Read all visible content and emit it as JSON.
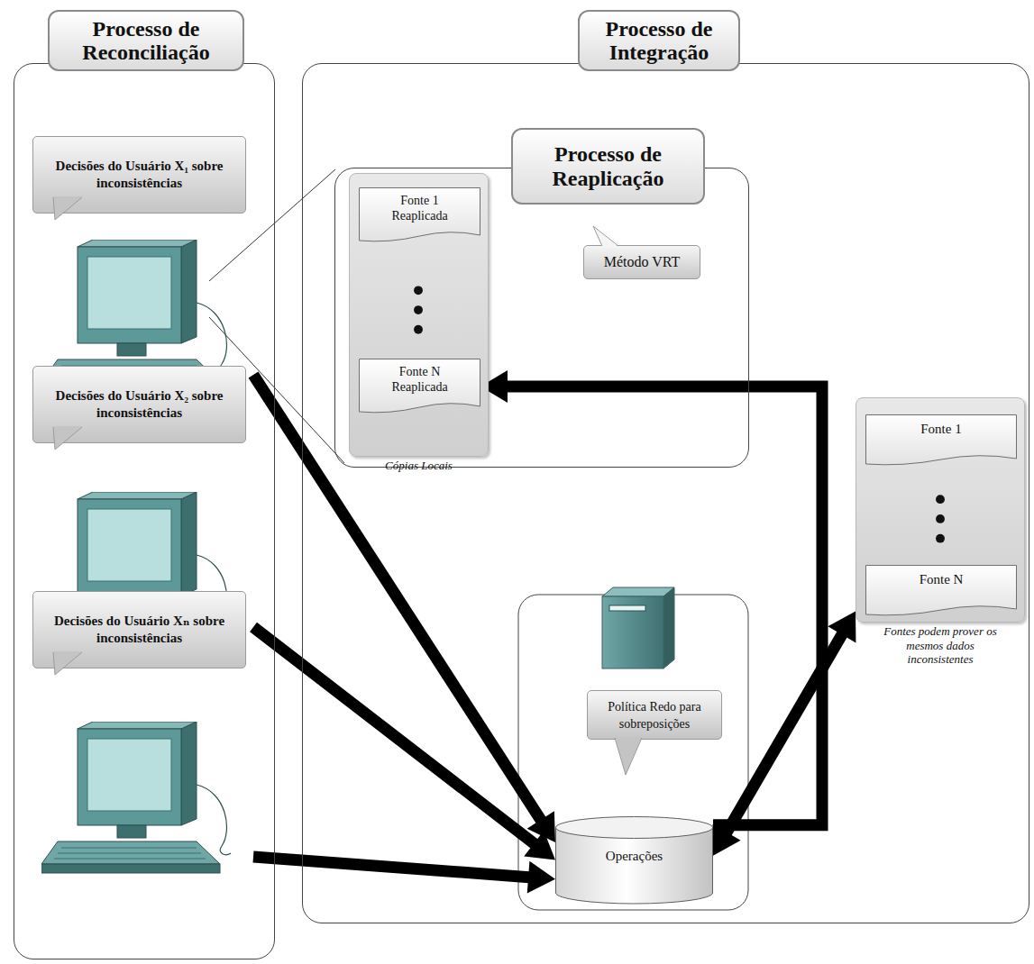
{
  "diagram": {
    "nodes": [
      {
        "text": [
          "Processo de Reconciliação"
        ]
      },
      {
        "text": [
          "Decisões do Usuário X₁ sobre inconsistências"
        ],
        "in": 0
      },
      {
        "text": [
          "Decisões do Usuário X₂ sobre inconsistências"
        ],
        "in": 0
      },
      {
        "text": [
          "Decisões do Usuário Xₙ sobre inconsistências"
        ],
        "in": 0
      },
      {
        "text": [
          "Processo de Integração"
        ]
      },
      {
        "text": [
          "Processo de Reaplicação"
        ],
        "in": 4
      },
      {
        "text": [
          "Cópias Locais"
        ],
        "in": 5
      },
      {
        "text": [
          "Fonte 1 Reaplicada"
        ],
        "in": 6
      },
      {
        "text": [
          "Fonte N Reaplicada"
        ],
        "in": 6
      },
      {
        "text": [
          "Método VRT"
        ],
        "in": 5
      },
      {
        "text": [
          "Política Redo para sobreposições"
        ],
        "in": 4
      },
      {
        "text": [
          "Operações"
        ],
        "in": 4
      },
      {
        "text": [
          "Fontes podem prover os mesmos dados inconsistentes"
        ],
        "in": 4
      },
      {
        "text": [
          "Fonte 1"
        ],
        "in": 12
      },
      {
        "text": [
          "Fonte N"
        ],
        "in": 12
      }
    ],
    "edges": [
      {
        "from": 1,
        "to": 11,
        "arrow": "to"
      },
      {
        "from": 2,
        "to": 11,
        "arrow": "to"
      },
      {
        "from": 3,
        "to": 11,
        "arrow": "to"
      },
      {
        "from": 11,
        "to": 8,
        "arrow": "to"
      },
      {
        "from": 11,
        "to": 12,
        "arrow": "both"
      }
    ]
  }
}
